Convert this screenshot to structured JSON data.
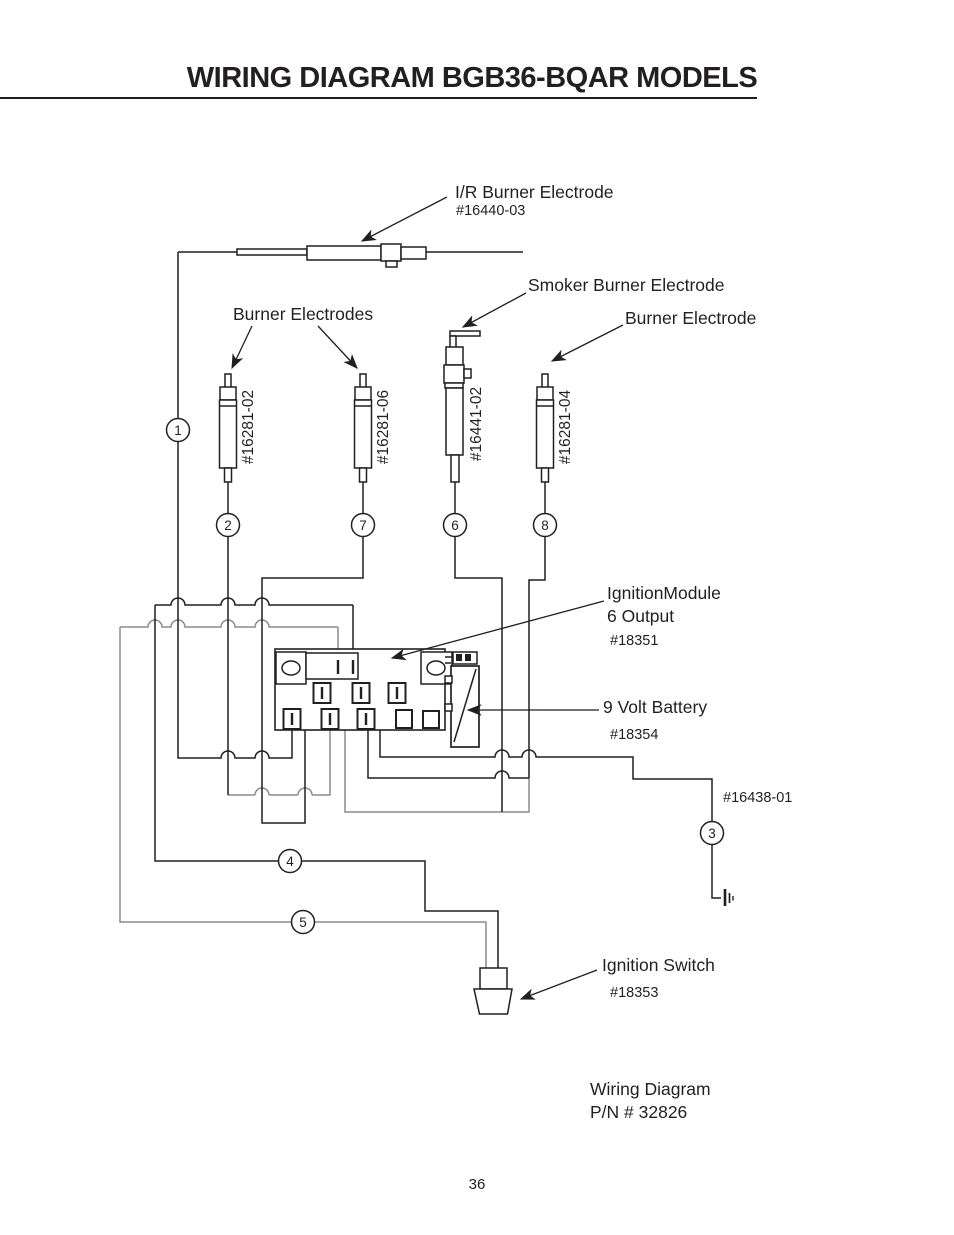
{
  "page": {
    "title": "WIRING DIAGRAM BGB36-BQAR MODELS",
    "page_number": "36",
    "footer_line1": "Wiring Diagram",
    "footer_line2": "P/N # 32826"
  },
  "colors": {
    "background": "#ffffff",
    "line_black": "#231f20",
    "line_gray": "#8a8c8e",
    "text": "#231f20"
  },
  "diagram": {
    "labels": {
      "ir_electrode": "I/R Burner Electrode",
      "ir_electrode_part": "#16440-03",
      "smoker_electrode": "Smoker Burner Electrode",
      "burner_electrodes": "Burner Electrodes",
      "burner_electrode": "Burner Electrode",
      "ignition_module_line1": "IgnitionModule",
      "ignition_module_line2": "6 Output",
      "ignition_module_part": "#18351",
      "battery": "9 Volt Battery",
      "battery_part": "#18354",
      "harness_part": "#16438-01",
      "ignition_switch": "Ignition Switch",
      "ignition_switch_part": "#18353"
    },
    "electrode_parts": {
      "e1": "#16281-02",
      "e2": "#16281-06",
      "e3": "#16441-02",
      "e4": "#16281-04"
    },
    "terminals": {
      "t1": "1",
      "t2": "2",
      "t3": "3",
      "t4": "4",
      "t5": "5",
      "t6": "6",
      "t7": "7",
      "t8": "8"
    }
  }
}
